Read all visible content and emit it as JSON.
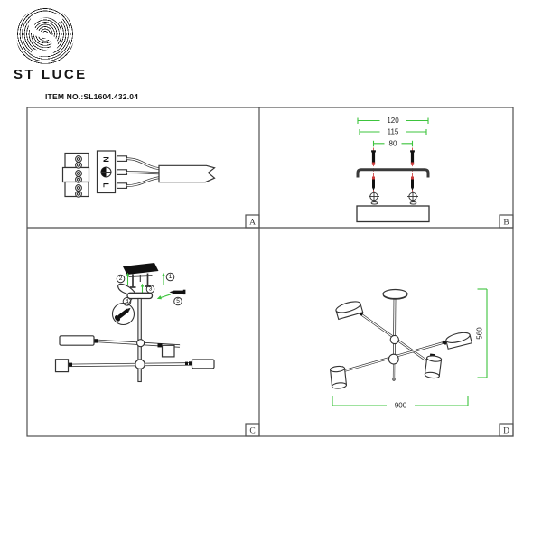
{
  "header": {
    "brand": "ST LUCE",
    "item_no": "ITEM NO.:SL1604.432.04"
  },
  "colors": {
    "green": "#3dc43d",
    "red": "#cc3b3b",
    "line": "#333333"
  },
  "panels": {
    "a": {
      "label": "A",
      "terminal_n": "N",
      "terminal_l": "L"
    },
    "b": {
      "label": "B",
      "dims": [
        "120",
        "115",
        "80"
      ]
    },
    "c": {
      "label": "C",
      "steps": [
        "1",
        "2",
        "3",
        "4",
        "5"
      ]
    },
    "d": {
      "label": "D",
      "height_dim": "560",
      "width_dim": "900"
    }
  }
}
